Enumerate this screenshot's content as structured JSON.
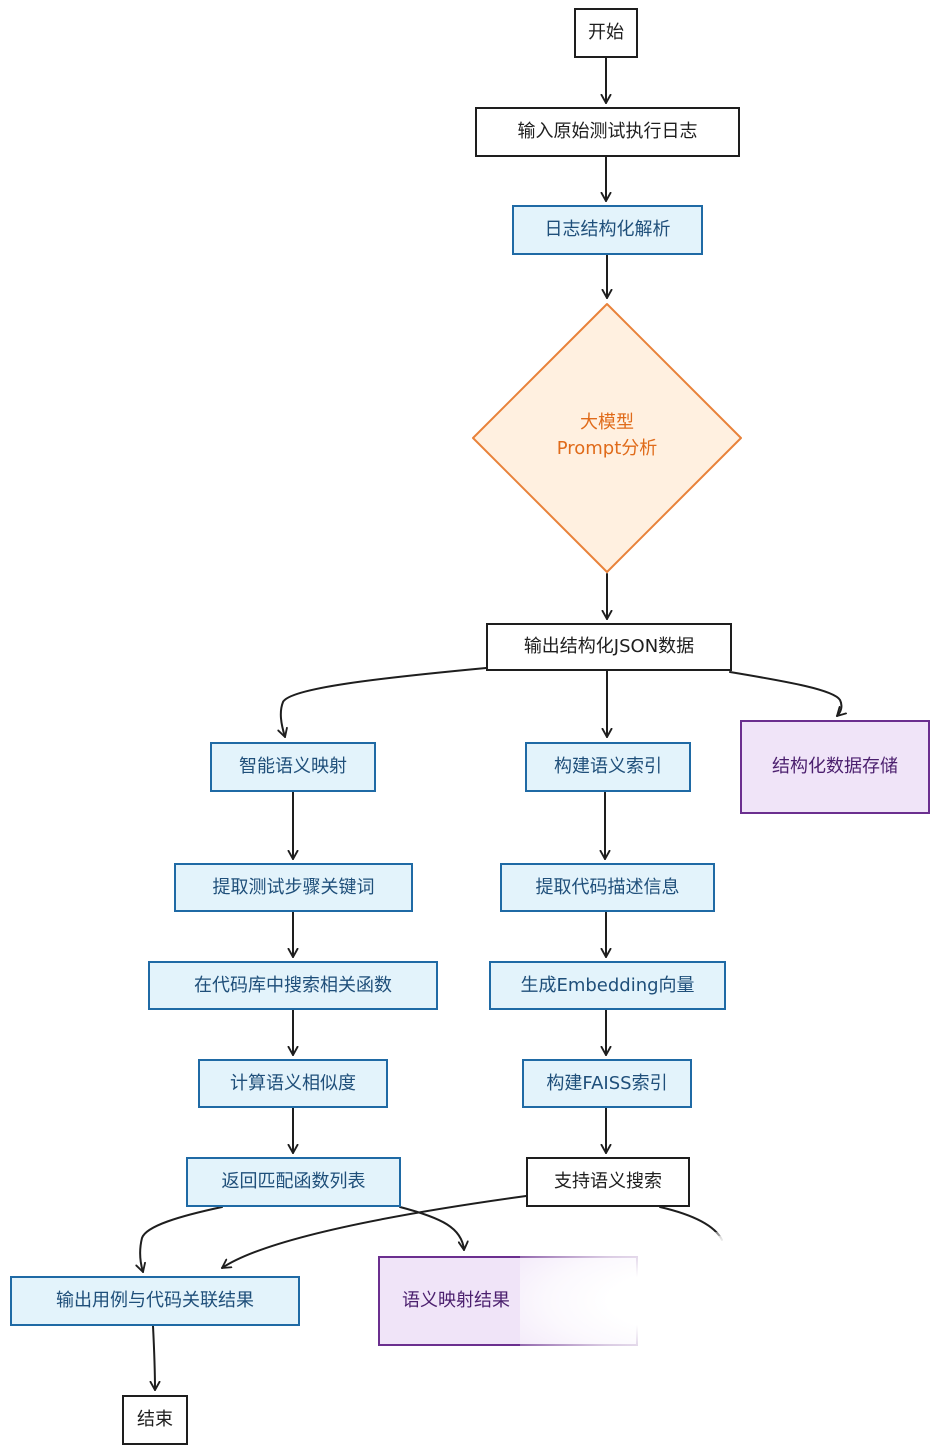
{
  "nodes": {
    "start": "开始",
    "input_log": "输入原始测试执行日志",
    "log_parse": "日志结构化解析",
    "llm_line1": "大模型",
    "llm_line2": "Prompt分析",
    "output_json": "输出结构化JSON数据",
    "semantic_map": "智能语义映射",
    "build_index": "构建语义索引",
    "store_data": "结构化数据存储",
    "extract_keywords": "提取测试步骤关键词",
    "extract_code_desc": "提取代码描述信息",
    "search_code": "在代码库中搜索相关函数",
    "gen_embedding": "生成Embedding向量",
    "calc_similarity": "计算语义相似度",
    "build_faiss": "构建FAISS索引",
    "return_list": "返回匹配函数列表",
    "support_search": "支持语义搜索",
    "output_result": "输出用例与代码关联结果",
    "map_result": "语义映射结果",
    "end": "结束"
  },
  "colors": {
    "process_fill": "#e3f3fb",
    "process_border": "#1f6aa5",
    "decision_fill": "#fff0e0",
    "decision_border": "#e8823a",
    "storage_fill": "#f0e4f8",
    "storage_border": "#6b2f8f",
    "line": "#1e1e1e"
  }
}
